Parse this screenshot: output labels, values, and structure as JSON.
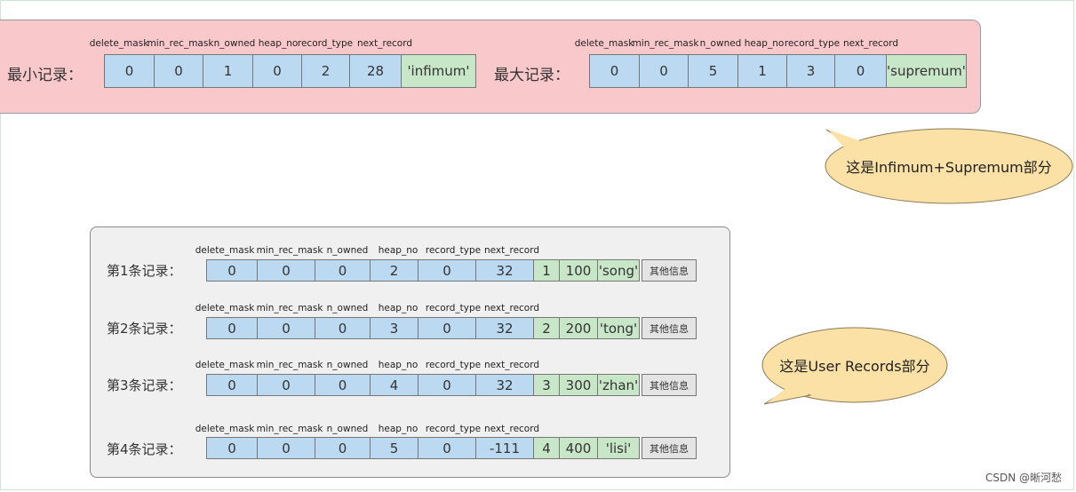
{
  "top": {
    "min_label": "最小记录：",
    "max_label": "最大记录：",
    "headers": [
      "delete_mask",
      "min_rec_mask",
      "n_owned",
      "heap_no",
      "record_type",
      "next_record"
    ],
    "min_values": [
      "0",
      "0",
      "1",
      "0",
      "2",
      "28"
    ],
    "min_tag": "'infimum'",
    "max_values": [
      "0",
      "0",
      "5",
      "1",
      "3",
      "0"
    ],
    "max_tag": "'supremum'"
  },
  "callouts": {
    "top": "这是Infimum+Supremum部分",
    "bottom": "这是User Records部分"
  },
  "records": {
    "headers": [
      "delete_mask",
      "min_rec_mask",
      "n_owned",
      "heap_no",
      "record_type",
      "next_record"
    ],
    "other_info": "其他信息",
    "rows": [
      {
        "label": "第1条记录：",
        "values": [
          "0",
          "0",
          "0",
          "2",
          "0",
          "32"
        ],
        "col1": "1",
        "col2": "100",
        "col3": "'song'"
      },
      {
        "label": "第2条记录：",
        "values": [
          "0",
          "0",
          "0",
          "3",
          "0",
          "32"
        ],
        "col1": "2",
        "col2": "200",
        "col3": "'tong'"
      },
      {
        "label": "第3条记录：",
        "values": [
          "0",
          "0",
          "0",
          "4",
          "0",
          "32"
        ],
        "col1": "3",
        "col2": "300",
        "col3": "'zhan'"
      },
      {
        "label": "第4条记录：",
        "values": [
          "0",
          "0",
          "0",
          "5",
          "0",
          "-111"
        ],
        "col1": "4",
        "col2": "400",
        "col3": "'lisi'"
      }
    ]
  },
  "watermark": "CSDN @晰河愁"
}
